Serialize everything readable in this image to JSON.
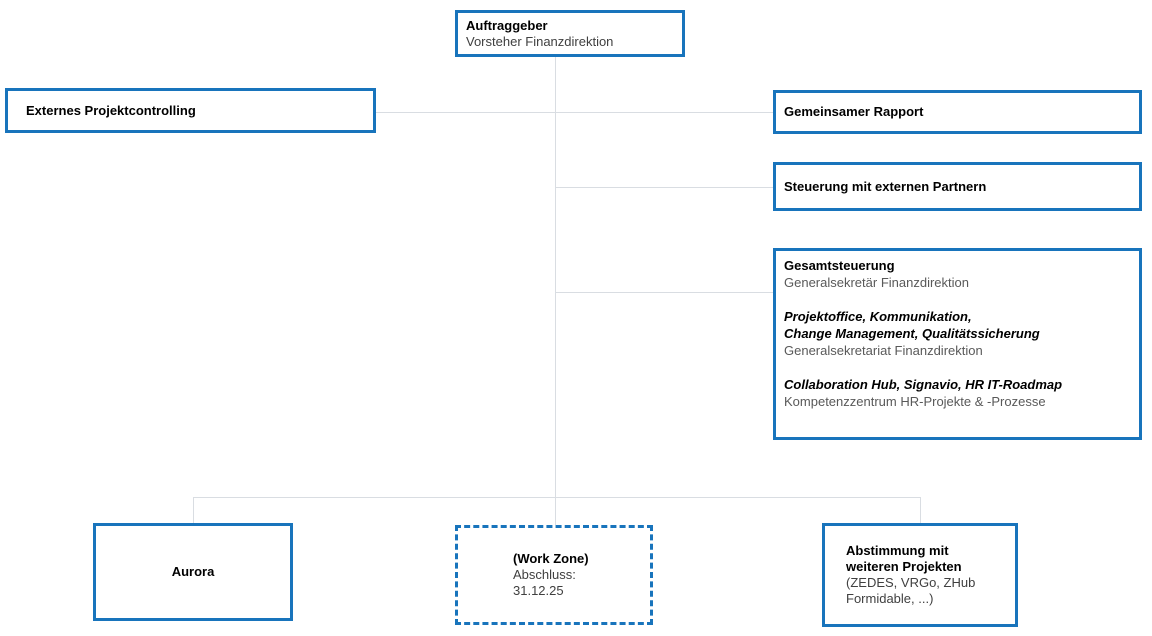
{
  "colors": {
    "accent": "#1874bc",
    "connector": "#d9dde2",
    "text_primary": "#000000",
    "text_secondary": "#404040",
    "text_muted": "#595959"
  },
  "nodes": {
    "auftraggeber": {
      "title": "Auftraggeber",
      "subtitle": "Vorsteher Finanzdirektion"
    },
    "externes_projektcontrolling": {
      "title": "Externes Projektcontrolling"
    },
    "gemeinsamer_rapport": {
      "title": "Gemeinsamer Rapport"
    },
    "steuerung_externe_partner": {
      "title": "Steuerung mit externen Partnern"
    },
    "gesamtsteuerung": {
      "title": "Gesamtsteuerung",
      "subtitle": "Generalsekretär Finanzdirektion",
      "section2_title_line1": "Projektoffice, Kommunikation,",
      "section2_title_line2": "Change Management, Qualitätssicherung",
      "section2_subtitle": "Generalsekretariat Finanzdirektion",
      "section3_title": "Collaboration Hub, Signavio, HR IT-Roadmap",
      "section3_subtitle": "Kompetenzzentrum HR-Projekte & -Prozesse"
    },
    "aurora": {
      "title": "Aurora"
    },
    "work_zone": {
      "title": "(Work Zone)",
      "line2": "Abschluss:",
      "line3": "31.12.25"
    },
    "abstimmung": {
      "title_line1": "Abstimmung mit",
      "title_line2": "weiteren Projekten",
      "subtitle_line1": "(ZEDES, VRGo, ZHub",
      "subtitle_line2": "Formidable, ...)"
    }
  }
}
